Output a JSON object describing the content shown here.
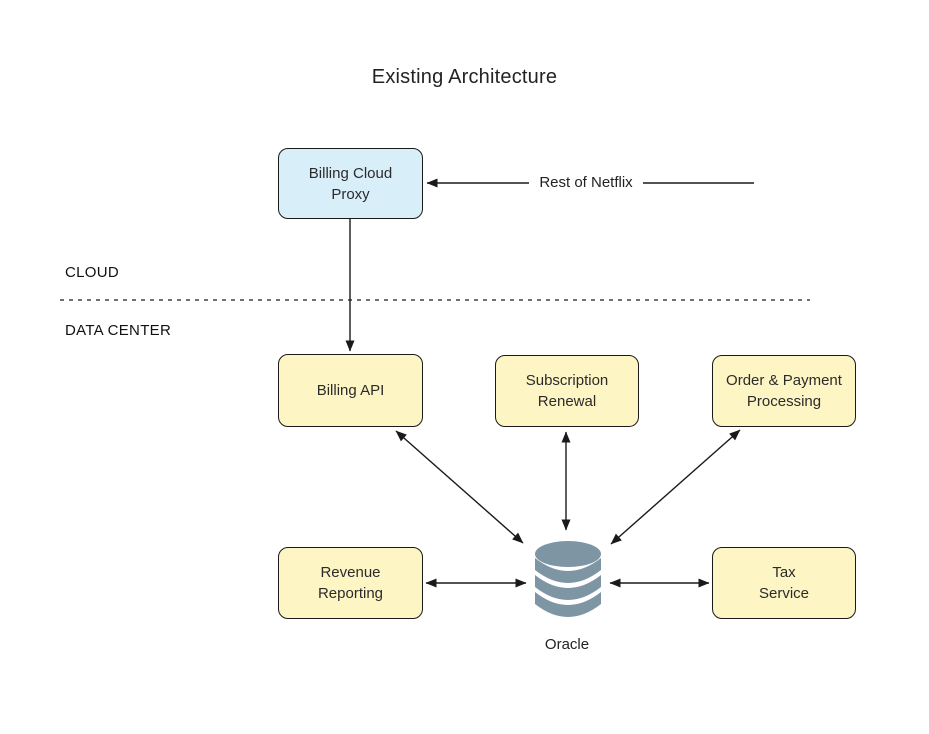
{
  "title": "Existing Architecture",
  "zones": {
    "cloud": "CLOUD",
    "data_center": "DATA CENTER"
  },
  "external": {
    "rest_of_netflix": "Rest of Netflix"
  },
  "nodes": {
    "billing_cloud_proxy": "Billing Cloud\nProxy",
    "billing_api": "Billing API",
    "subscription_renewal": "Subscription\nRenewal",
    "order_payment_processing": "Order & Payment\nProcessing",
    "revenue_reporting": "Revenue\nReporting",
    "tax_service": "Tax\nService",
    "oracle_db": "Oracle"
  },
  "colors": {
    "cloud_node_fill": "#d8eef9",
    "datacenter_node_fill": "#fdf5c3",
    "node_border": "#1a1a1a",
    "connector": "#1a1a1a",
    "database_icon": "#7e96a4"
  }
}
